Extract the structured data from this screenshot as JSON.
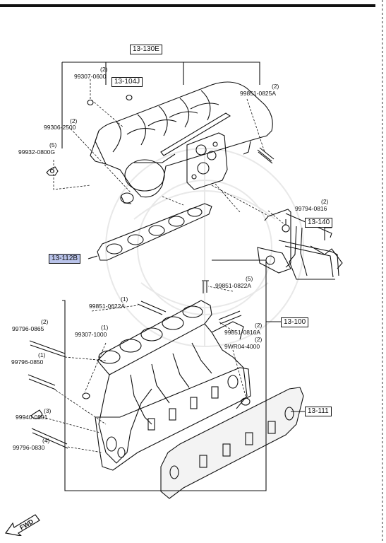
{
  "refs": {
    "r13130E": "13-130E",
    "r13104J": "13-104J",
    "r13140": "13-140",
    "r13112B": "13-112B",
    "r13100": "13-100",
    "r13111": "13-111"
  },
  "parts": [
    {
      "qty": "(2)",
      "num": "99307-0600"
    },
    {
      "qty": "(2)",
      "num": "99851-0825A"
    },
    {
      "qty": "(2)",
      "num": "99306-2500"
    },
    {
      "qty": "(5)",
      "num": "99932-0800G"
    },
    {
      "qty": "(2)",
      "num": "99794-0816"
    },
    {
      "qty": "(5)",
      "num": "99851-0822A"
    },
    {
      "qty": "(1)",
      "num": "99851-0622A"
    },
    {
      "qty": "(2)",
      "num": "99796-0865"
    },
    {
      "qty": "(1)",
      "num": "99307-1000"
    },
    {
      "qty": "(2)",
      "num": "99851-0816A"
    },
    {
      "qty": "(2)",
      "num": "9WR04-4000"
    },
    {
      "qty": "(1)",
      "num": "99796-0850"
    },
    {
      "qty": "(3)",
      "num": "99940-0801"
    },
    {
      "qty": "(4)",
      "num": "99796-0830"
    }
  ],
  "fwd_label": "FWD",
  "colors": {
    "highlight": "#b9c3ea",
    "ink": "#111111"
  }
}
